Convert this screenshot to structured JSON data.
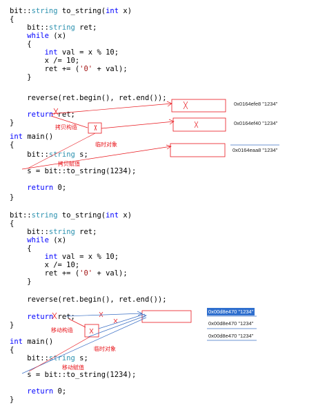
{
  "block1": {
    "lines": [
      "bit::string to_string(int x)",
      "{",
      "    bit::string ret;",
      "    while (x)",
      "    {",
      "        int val = x % 10;",
      "        x /= 10;",
      "        ret += ('0' + val);",
      "    }",
      "",
      "    reverse(ret.begin(), ret.end());",
      "",
      "    return ret;",
      "}",
      "int main()",
      "{",
      "    bit::string s;",
      "",
      "    s = bit::to_string(1234);",
      "",
      "    return 0;",
      "}"
    ],
    "annotations": {
      "copy_construct": "拷贝构造",
      "temp_object": "临时对象",
      "copy_assign": "拷贝赋值"
    },
    "addresses": [
      "0x0164efe8 \"1234\"",
      "0x0164ef40 \"1234\"",
      "0x0164eaa8 \"1234\""
    ]
  },
  "block2": {
    "lines": [
      "bit::string to_string(int x)",
      "{",
      "    bit::string ret;",
      "    while (x)",
      "    {",
      "        int val = x % 10;",
      "        x /= 10;",
      "        ret += ('0' + val);",
      "    }",
      "",
      "    reverse(ret.begin(), ret.end());",
      "",
      "    return ret;",
      "}",
      "int main()",
      "{",
      "    bit::string s;",
      "",
      "    s = bit::to_string(1234);",
      "",
      "    return 0;",
      "}"
    ],
    "annotations": {
      "move_construct": "移动构造",
      "temp_object": "临时对象",
      "move_assign": "移动赋值"
    },
    "addresses": [
      "0x00d8e470 \"1234\"",
      "0x00d8e470 \"1234\"",
      "0x00d8e470 \"1234\""
    ]
  },
  "colors": {
    "annotation": "#e8151b",
    "highlight": "#2f6fce",
    "keyword": "#0000ff",
    "type": "#2b91af",
    "string": "#a31515"
  }
}
